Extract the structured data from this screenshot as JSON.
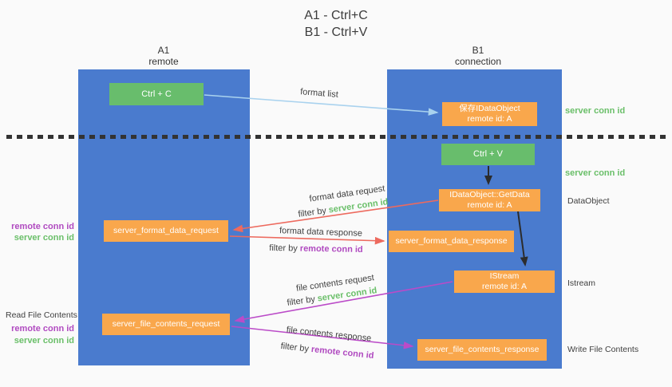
{
  "title": {
    "line1": "A1 - Ctrl+C",
    "line2": "B1 - Ctrl+V"
  },
  "columns": {
    "left": {
      "name": "A1",
      "role": "remote"
    },
    "right": {
      "name": "B1",
      "role": "connection"
    }
  },
  "nodes": {
    "ctrl_c": {
      "label": "Ctrl + C"
    },
    "save_idataobject": {
      "line1": "保存IDataObject",
      "line2": "remote id: A"
    },
    "ctrl_v": {
      "label": "Ctrl + V"
    },
    "getdata": {
      "line1": "IDataObject::GetData",
      "line2": "remote id: A"
    },
    "format_request": {
      "label": "server_format_data_request"
    },
    "format_response": {
      "label": "server_format_data_response"
    },
    "istream": {
      "line1": "IStream",
      "line2": "remote id: A"
    },
    "file_request": {
      "label": "server_file_contents_request"
    },
    "file_response": {
      "label": "server_file_contents_response"
    }
  },
  "flow_labels": {
    "format_list": "format list",
    "format_data_request": "format data request",
    "format_data_response": "format data response",
    "file_contents_request": "file contents request",
    "file_contents_response": "file contents response",
    "filter_by": "filter by ",
    "server_conn_id": "server conn id",
    "remote_conn_id": "remote conn id"
  },
  "side_labels": {
    "left_remote_conn_id_top": "remote conn id",
    "left_server_conn_id_top": "server conn id",
    "read_file_contents": "Read File Contents",
    "left_remote_conn_id_bottom": "remote conn id",
    "left_server_conn_id_bottom": "server conn id",
    "right_server_conn_id_top": "server conn id",
    "right_server_conn_id_mid": "server conn id",
    "dataobject": "DataObject",
    "istream": "Istream",
    "write_file_contents": "Write File Contents"
  },
  "colors": {
    "background": "#fafafa",
    "column_blue": "#4a7bce",
    "node_green": "#68bd6c",
    "node_orange": "#f9a74c",
    "arrow_light_blue": "#a9d2ee",
    "arrow_red": "#ed6a5e",
    "arrow_magenta": "#bb4bc8",
    "arrow_black": "#2c2c2c",
    "text_green": "#6abf69",
    "text_purple": "#b04ac0",
    "dash_line": "#333333"
  }
}
